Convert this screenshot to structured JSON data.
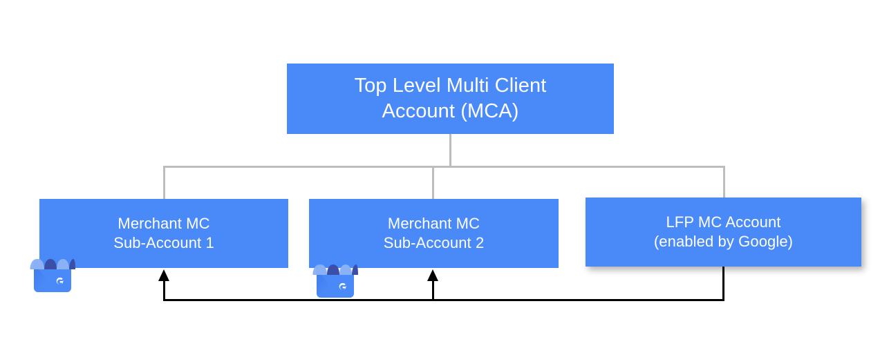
{
  "diagram": {
    "title": "Multi Client Account hierarchy",
    "colors": {
      "node_blue": "#4a89f8",
      "node_text": "#ffffff",
      "hierarchy_connector": "#bdbdbd",
      "flow_connector": "#000000",
      "background": "#ffffff"
    },
    "nodes": {
      "top": {
        "line1": "Top Level Multi Client",
        "line2": "Account (MCA)"
      },
      "sub1": {
        "line1": "Merchant MC",
        "line2": "Sub-Account 1"
      },
      "sub2": {
        "line1": "Merchant MC",
        "line2": "Sub-Account 2"
      },
      "lfp": {
        "line1": "LFP MC Account",
        "line2": "(enabled by Google)"
      }
    },
    "icons": {
      "gmb1": "google-my-business-storefront-icon",
      "gmb2": "google-my-business-storefront-icon"
    },
    "connectors": {
      "hierarchy": "Top Level MCA branches down to Merchant MC Sub-Account 1, Merchant MC Sub-Account 2 and LFP MC Account",
      "flow": "LFP MC Account feeds back up into Merchant MC Sub-Account 1 and Merchant MC Sub-Account 2"
    }
  }
}
